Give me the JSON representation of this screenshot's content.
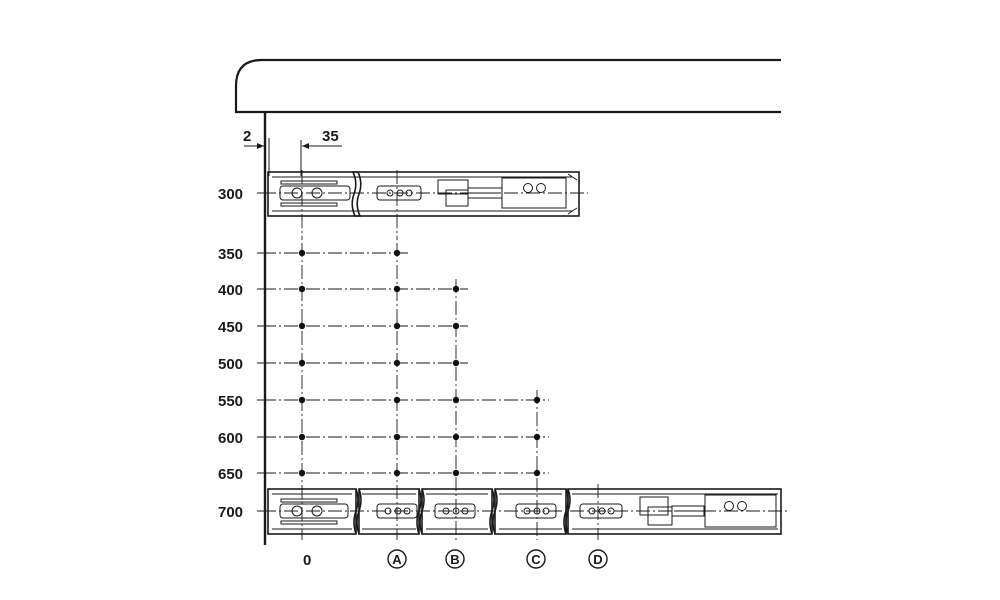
{
  "dimensions": {
    "left": "2",
    "right": "35"
  },
  "row_labels": [
    "300",
    "350",
    "400",
    "450",
    "500",
    "550",
    "600",
    "650",
    "700"
  ],
  "column_labels": {
    "zero": "0",
    "a": "A",
    "b": "B",
    "c": "C",
    "d": "D"
  },
  "grid": {
    "column_zero_rows": [
      "350",
      "400",
      "450",
      "500",
      "550",
      "600",
      "650"
    ],
    "column_a_rows": [
      "350",
      "400",
      "450",
      "500",
      "550",
      "600",
      "650"
    ],
    "column_b_rows": [
      "400",
      "450",
      "500",
      "550",
      "600",
      "650"
    ],
    "column_c_rows": [
      "550",
      "600",
      "650"
    ]
  }
}
